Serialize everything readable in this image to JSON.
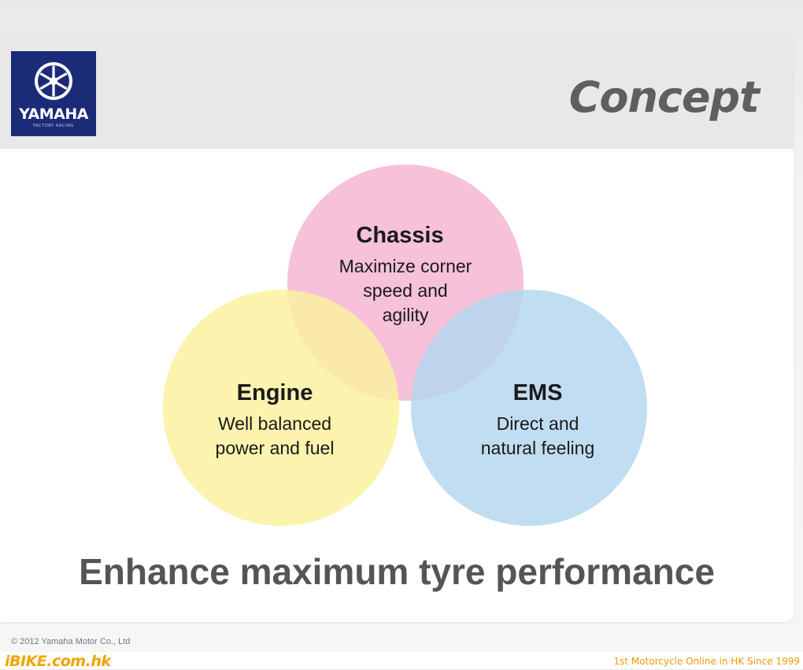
{
  "slide": {
    "title": "Concept",
    "tagline": "Enhance maximum tyre performance",
    "copyright": "© 2012 Yamaha Motor Co., Ltd"
  },
  "logo": {
    "wordmark": "YAMAHA",
    "subtext": "FACTORY RACING",
    "color": "#1c2b78"
  },
  "diagram": {
    "circles": [
      {
        "key": "chassis",
        "title": "Chassis",
        "lines": [
          "Maximize corner",
          "speed and",
          "agility"
        ],
        "color": "#f4b6d2"
      },
      {
        "key": "engine",
        "title": "Engine",
        "lines": [
          "Well balanced",
          "power and fuel"
        ],
        "color": "#fbf1a0"
      },
      {
        "key": "ems",
        "title": "EMS",
        "lines": [
          "Direct and",
          "natural feeling"
        ],
        "color": "#b6d7f0"
      }
    ]
  },
  "footer": {
    "site": "iBIKE.com.hk",
    "tagline": "1st  Motorcycle Online in HK Since 1999"
  }
}
